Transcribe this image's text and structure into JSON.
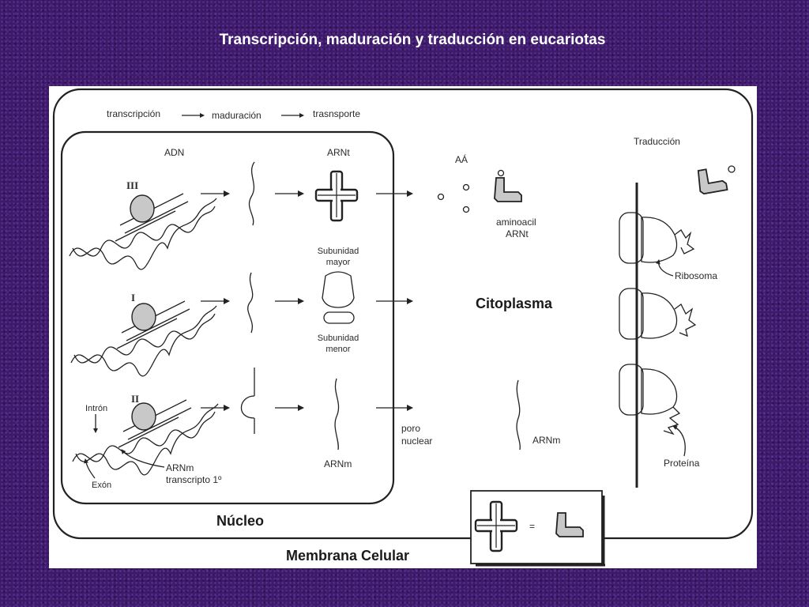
{
  "title": "Transcripción, maduración y traducción en eucariotas",
  "process_steps": [
    "transcripción",
    "maduración",
    "trasnsporte"
  ],
  "labels": {
    "adn": "ADN",
    "arnt": "ARNt",
    "aa": "AÁ",
    "aminoacil_1": "aminoacil",
    "aminoacil_2": "ARNt",
    "traduccion": "Traducción",
    "subunidad_mayor_1": "Subunidad",
    "subunidad_mayor_2": "mayor",
    "subunidad_menor_1": "Subunidad",
    "subunidad_menor_2": "menor",
    "citoplasma": "Citoplasma",
    "ribosoma": "Ribosoma",
    "intron": "Intrón",
    "exon": "Exón",
    "arnm_transcripto_1": "ARNm",
    "arnm_transcripto_2": "transcripto 1º",
    "arnm_nucleo": "ARNm",
    "poro_1": "poro",
    "poro_2": "nuclear",
    "arnm_citoplasma": "ARNm",
    "proteina": "Proteína",
    "nucleo": "Núcleo",
    "membrana": "Membrana Celular",
    "equals": "="
  },
  "polymerases": [
    "III",
    "I",
    "II"
  ],
  "colors": {
    "background": "#3e1a6b",
    "panel": "#ffffff",
    "ink": "#222222",
    "shade": "#c8c8c8"
  }
}
